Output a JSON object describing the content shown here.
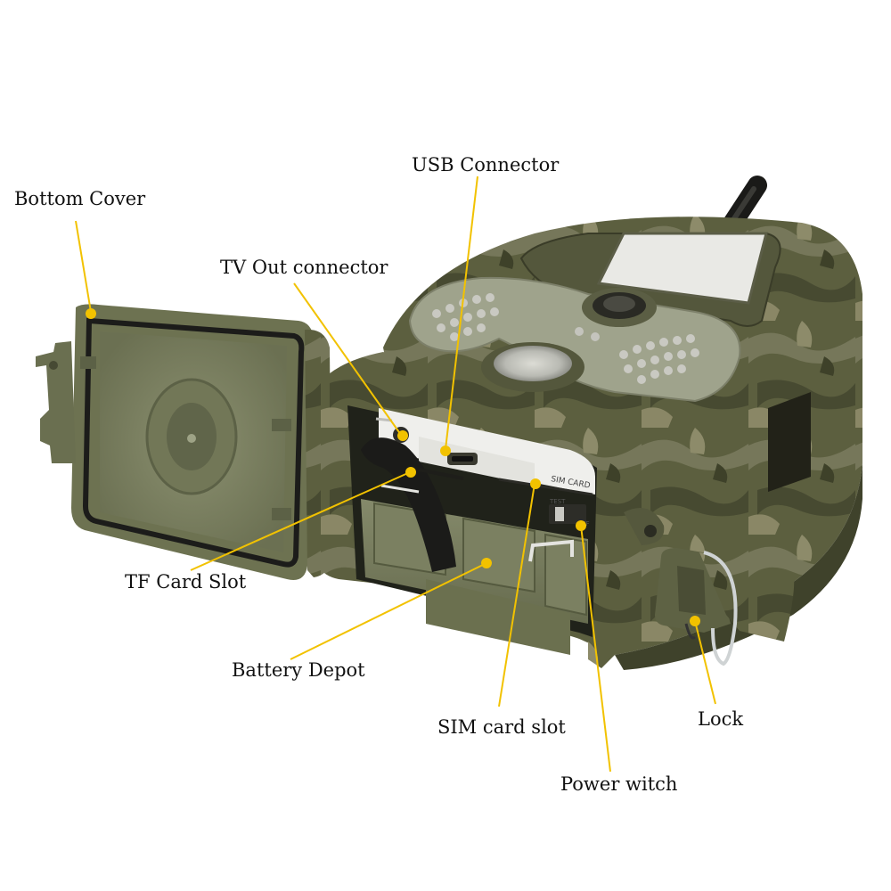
{
  "labels": {
    "bottom_cover": "Bottom Cover",
    "usb_connector": "USB Connector",
    "tv_out_connector": "TV Out connector",
    "tf_card_slot": "TF Card Slot",
    "battery_depot": "Battery Depot",
    "sim_card_slot": "SIM card slot",
    "lock": "Lock",
    "power_switch": "Power witch"
  },
  "device_markings": {
    "sim_card": "SIM CARD",
    "test": "TEST",
    "off": "OFF"
  },
  "colors": {
    "callout": "#f2c200",
    "camo_dark": "#4e5236",
    "camo_mid": "#6b6e4a",
    "camo_light": "#8a8a63",
    "panel_olive": "#7e8563",
    "interior_white": "#efefec",
    "gasket_black": "#1c1c1a"
  }
}
